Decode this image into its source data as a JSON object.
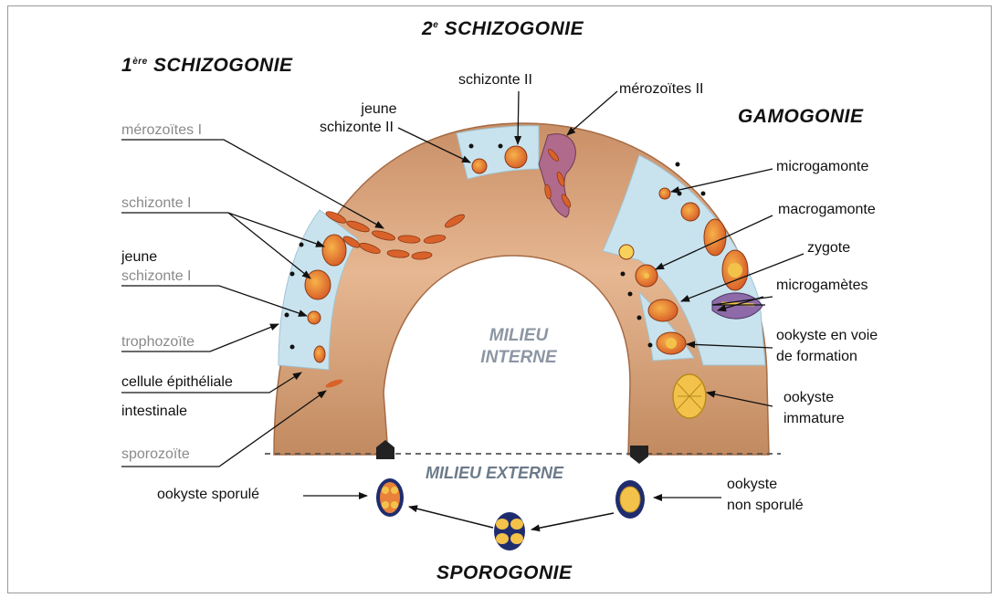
{
  "headings": {
    "schizo1_num": "1",
    "schizo1_sup": "ère",
    "schizo1_word": "SCHIZOGONIE",
    "schizo2_num": "2",
    "schizo2_sup": "e",
    "schizo2_word": "SCHIZOGONIE",
    "gamogonie": "GAMOGONIE",
    "sporogonie": "SPOROGONIE"
  },
  "zones": {
    "interne_line1": "MILIEU",
    "interne_line2": "INTERNE",
    "externe": "MILIEU EXTERNE"
  },
  "labels": {
    "merozoites_1": "mérozoïtes I",
    "schizonte_1": "schizonte I",
    "jeune_schizonte_1_a": "jeune",
    "jeune_schizonte_1_b": "schizonte I",
    "trophozoite": "trophozoïte",
    "cellule_1": "cellule épithéliale",
    "cellule_2": "intestinale",
    "sporozoite": "sporozoïte",
    "jeune_schizonte_2_a": "jeune",
    "jeune_schizonte_2_b": "schizonte II",
    "schizonte_2": "schizonte II",
    "merozoites_2": "mérozoïtes II",
    "microgamonte": "microgamonte",
    "macrogamonte": "macrogamonte",
    "zygote": "zygote",
    "microgametes": "microgamètes",
    "ookyste_formation_a": "ookyste en voie",
    "ookyste_formation_b": "de formation",
    "ookyste_immature_a": "ookyste",
    "ookyste_immature_b": "immature",
    "ookyste_non_sporule_a": "ookyste",
    "ookyste_non_sporule_b": "non sporulé",
    "ookyste_sporule": "ookyste sporulé"
  },
  "colors": {
    "tissue": "#d9a57c",
    "tissue_dark": "#b98058",
    "epithelium": "#c9e3ee",
    "parasite_fill": "#e8823a",
    "parasite_core": "#f3c24a",
    "ookyste_blue": "#1f2c6e",
    "heading": "#111111",
    "grey_label": "#8a8a8a"
  }
}
